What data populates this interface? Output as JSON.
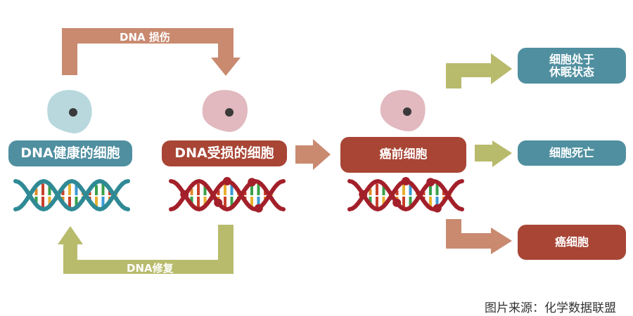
{
  "colors": {
    "teal": "#4f8fa0",
    "red": "#a84535",
    "salmon_arrow": "#c98a70",
    "green_arrow": "#b8bb6c",
    "healthy_cell": "#b9d8de",
    "damaged_cell": "#e1b9bf",
    "nucleus": "#3a3a3a",
    "healthy_dna": "#2f8a95",
    "damaged_dna": "#a3202a"
  },
  "arrows": {
    "damage": "DNA 损伤",
    "repair": "DNA修复"
  },
  "stages": {
    "healthy": "DNA健康的细胞",
    "damaged": "DNA受损的细胞",
    "precancer": "癌前细胞"
  },
  "outcomes": {
    "dormant_line1": "细胞处于",
    "dormant_line2": "休眠状态",
    "death": "细胞死亡",
    "cancer": "癌细胞"
  },
  "caption": "图片来源：化学数据联盟"
}
